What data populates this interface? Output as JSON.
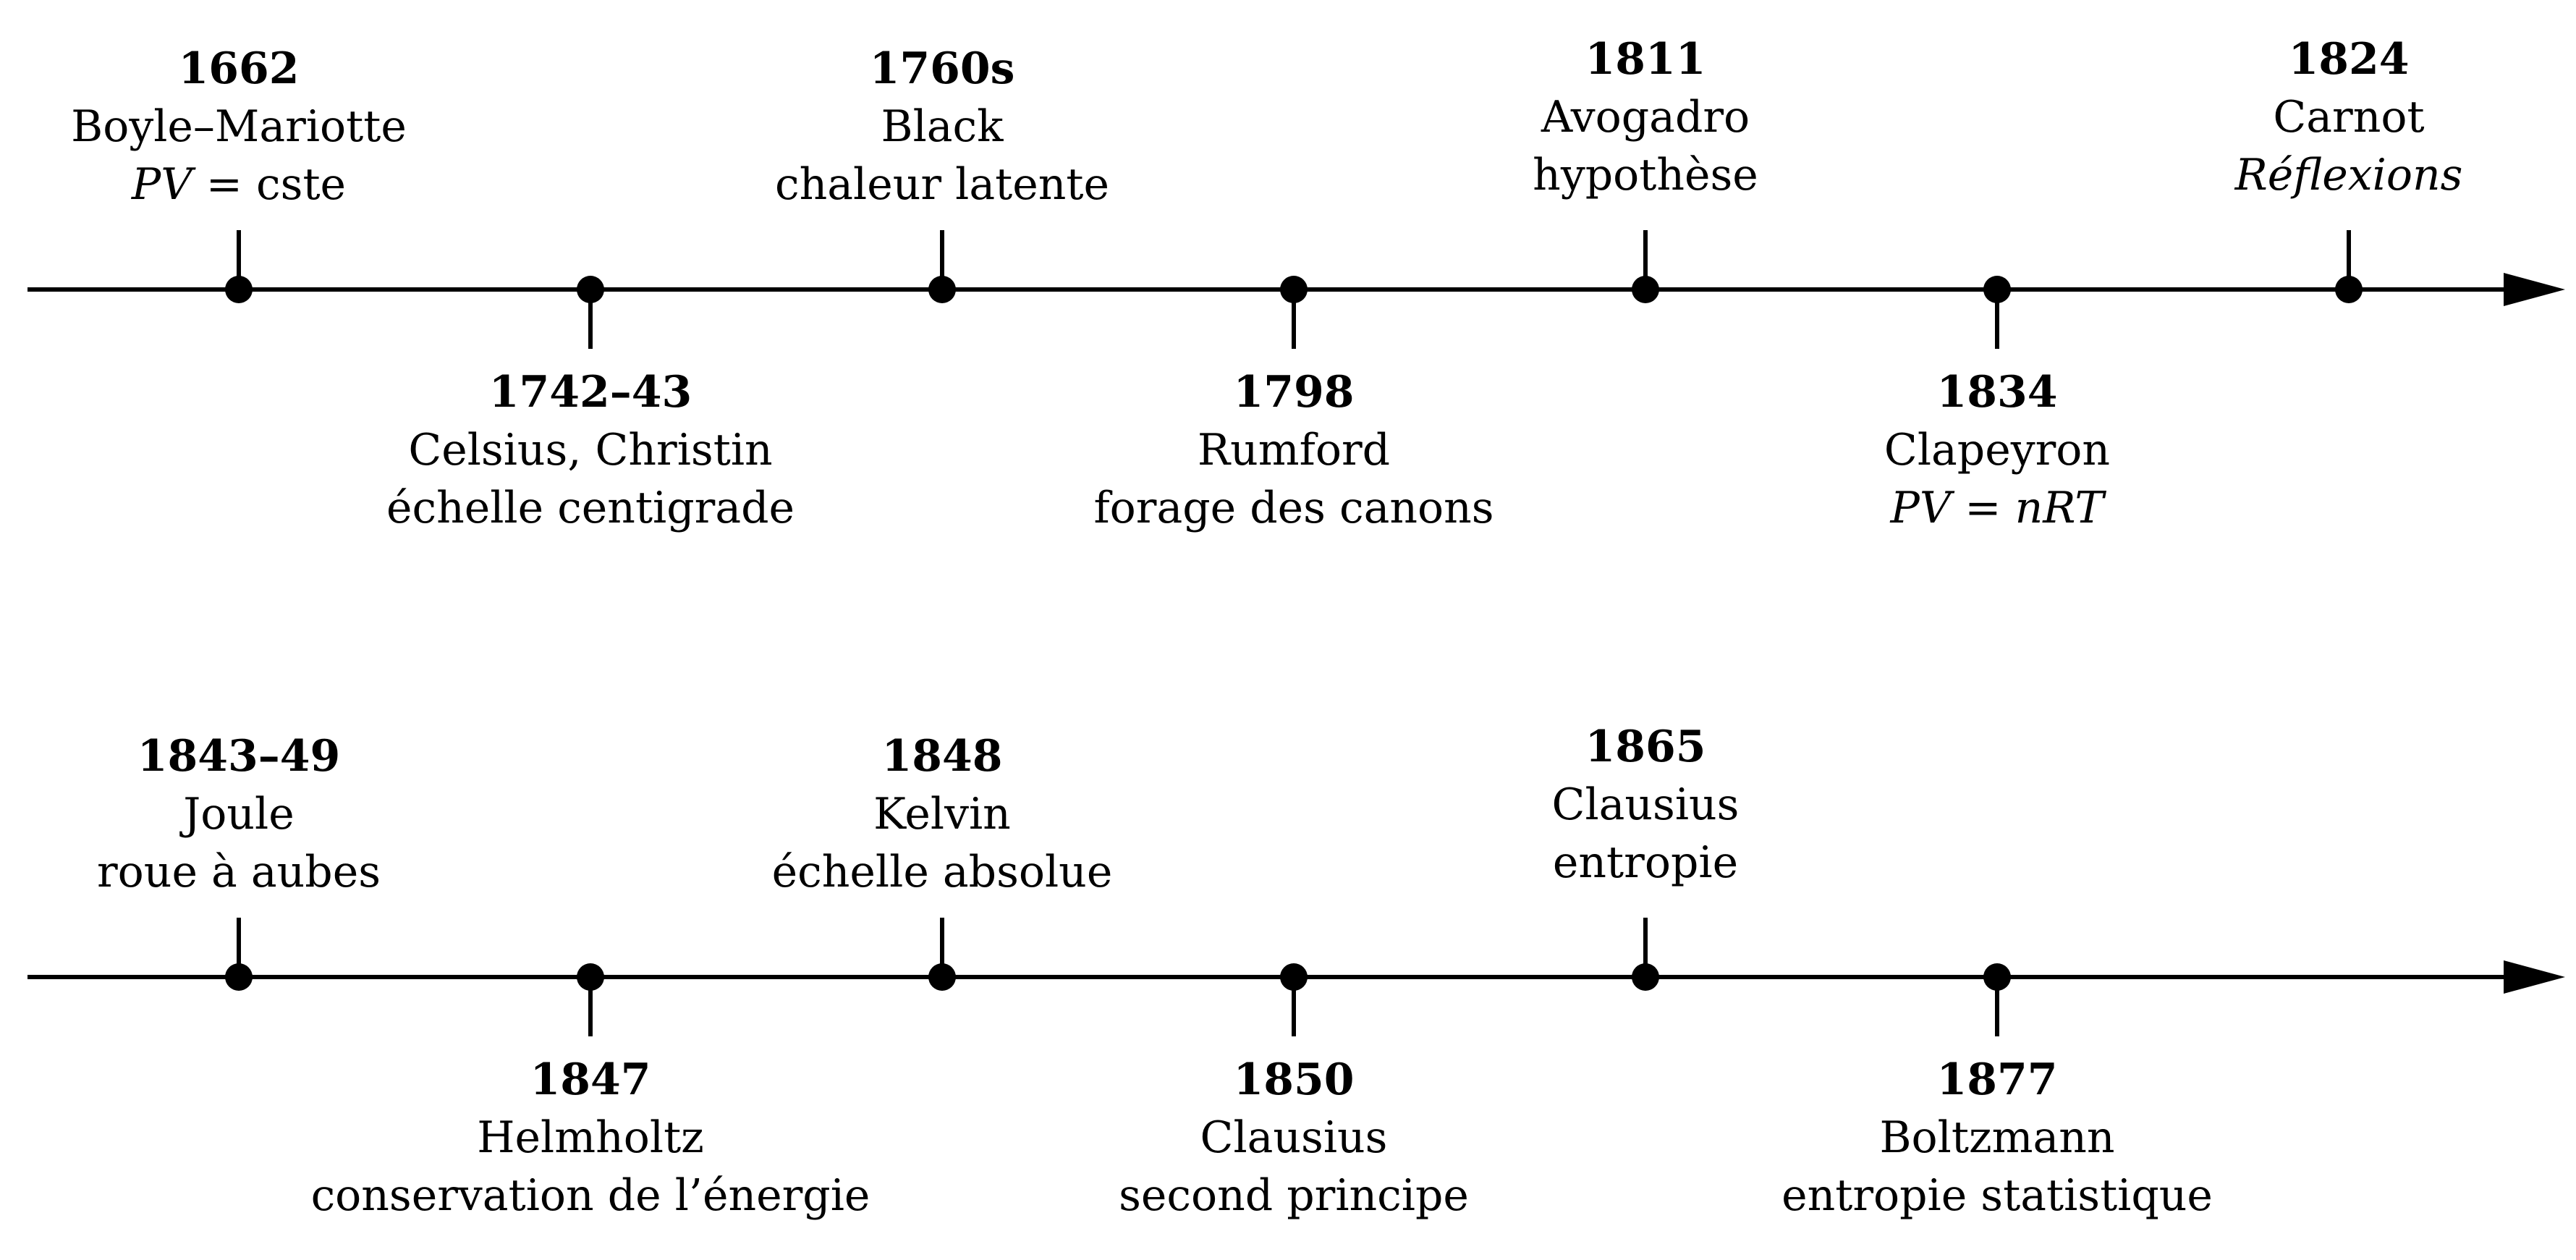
{
  "rows": [
    {
      "events": [
        {
          "year": "1662",
          "line1": "Boyle–Mariotte",
          "line2": "PV = cste",
          "line2_style": "math"
        },
        {
          "year": "1742–43",
          "line1": "Celsius, Christin",
          "line2": "échelle centigrade"
        },
        {
          "year": "1760s",
          "line1": "Black",
          "line2": "chaleur latente"
        },
        {
          "year": "1798",
          "line1": "Rumford",
          "line2": "forage des canons"
        },
        {
          "year": "1811",
          "line1": "Avogadro",
          "line2": "hypothèse"
        },
        {
          "year": "1834",
          "line1": "Clapeyron",
          "line2": "PV = nRT",
          "line2_style": "math"
        },
        {
          "year": "1824",
          "line1": "Carnot",
          "line2": "Réflexions",
          "line2_style": "italic"
        }
      ]
    },
    {
      "events": [
        {
          "year": "1843–49",
          "line1": "Joule",
          "line2": "roue à aubes"
        },
        {
          "year": "1847",
          "line1": "Helmholtz",
          "line2": "conservation de l’énergie"
        },
        {
          "year": "1848",
          "line1": "Kelvin",
          "line2": "échelle absolue"
        },
        {
          "year": "1850",
          "line1": "Clausius",
          "line2": "second principe"
        },
        {
          "year": "1865",
          "line1": "Clausius",
          "line2": "entropie"
        },
        {
          "year": "1877",
          "line1": "Boltzmann",
          "line2": "entropie statistique"
        }
      ]
    }
  ]
}
